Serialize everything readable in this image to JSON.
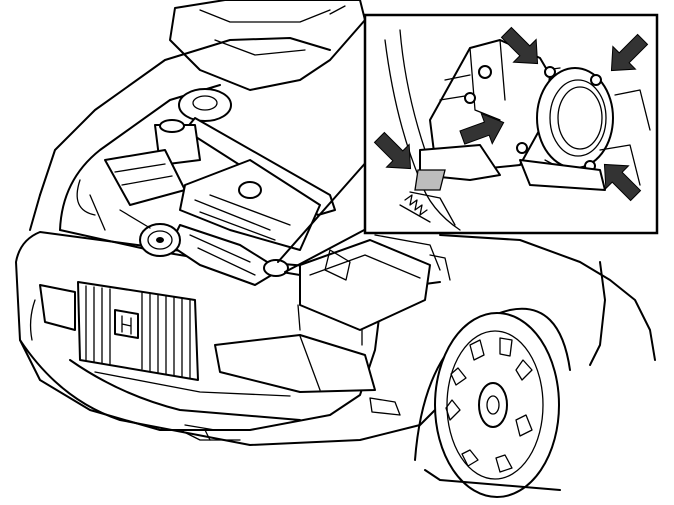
{
  "figure": {
    "subject": "car-front-open-hood",
    "inset": "throttle-body-detail",
    "arrow_count": 5,
    "colors": {
      "line": "#000000",
      "background": "#ffffff",
      "arrow": "#333333",
      "shade": "#bdbdbd"
    }
  }
}
